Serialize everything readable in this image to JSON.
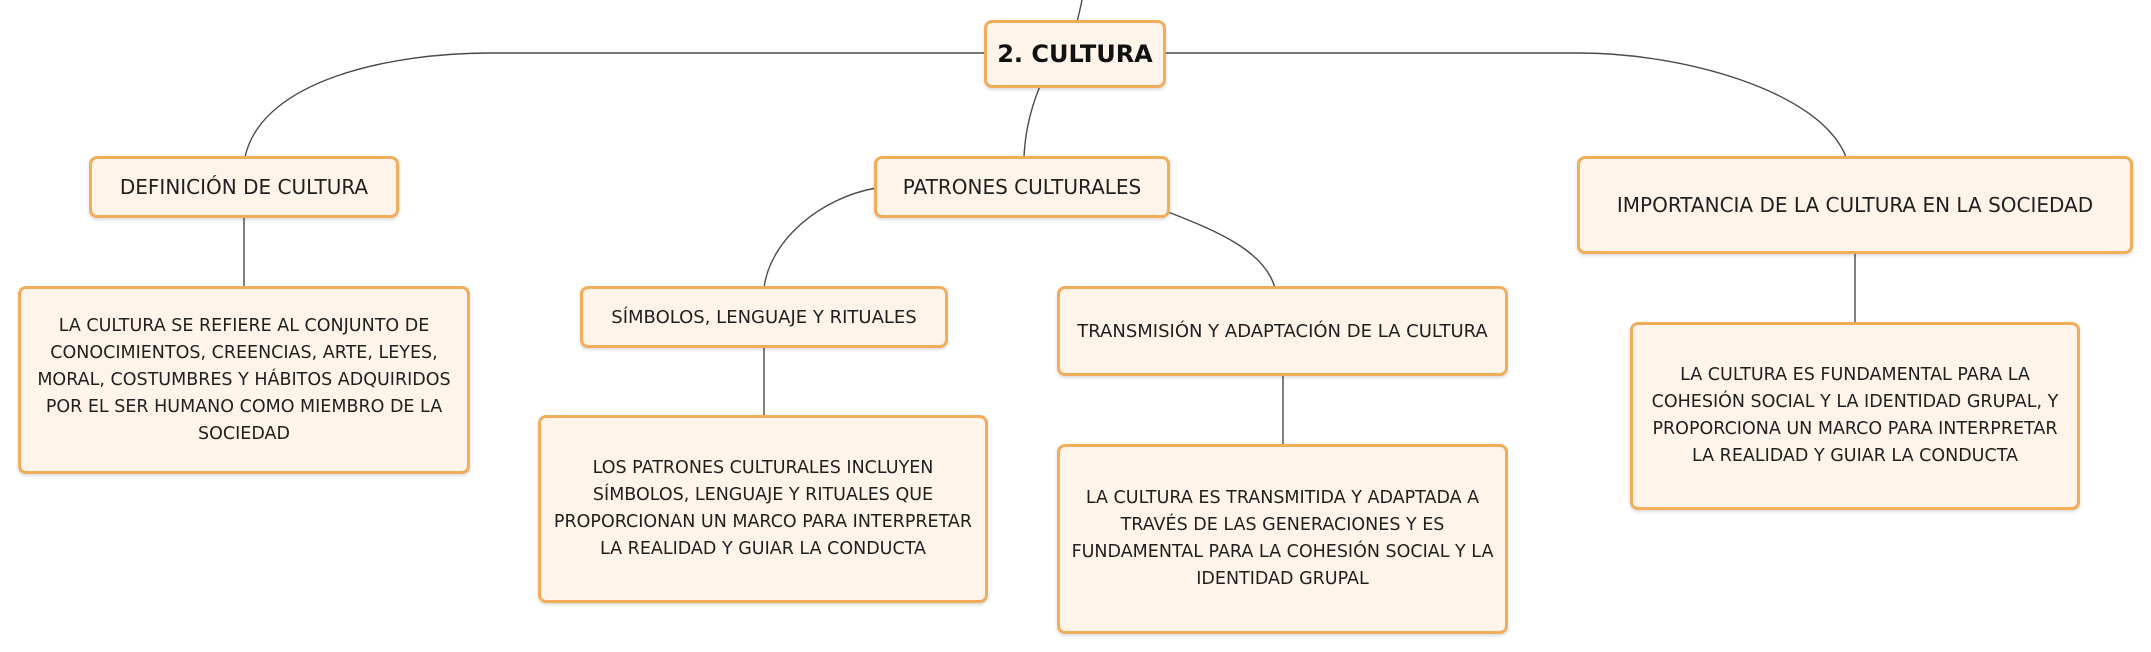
{
  "root": {
    "label": "2. CULTURA"
  },
  "topics": {
    "definicion": {
      "label": "DEFINICIÓN DE CULTURA",
      "detail": "LA CULTURA SE REFIERE AL CONJUNTO DE CONOCIMIENTOS, CREENCIAS, ARTE, LEYES, MORAL, COSTUMBRES Y HÁBITOS ADQUIRIDOS POR EL SER HUMANO COMO MIEMBRO DE LA SOCIEDAD"
    },
    "patrones": {
      "label": "PATRONES CULTURALES",
      "simbolos": {
        "label": "SÍMBOLOS, LENGUAJE Y RITUALES",
        "detail": "LOS PATRONES CULTURALES INCLUYEN SÍMBOLOS, LENGUAJE Y RITUALES QUE PROPORCIONAN UN MARCO PARA INTERPRETAR LA REALIDAD Y GUIAR LA CONDUCTA"
      },
      "transmision": {
        "label": "TRANSMISIÓN Y ADAPTACIÓN DE LA CULTURA",
        "detail": "LA CULTURA ES TRANSMITIDA Y ADAPTADA A TRAVÉS DE LAS GENERACIONES Y ES FUNDAMENTAL PARA LA COHESIÓN SOCIAL Y LA IDENTIDAD GRUPAL"
      }
    },
    "importancia": {
      "label": "IMPORTANCIA DE LA CULTURA EN LA SOCIEDAD",
      "detail": "LA CULTURA ES FUNDAMENTAL PARA LA COHESIÓN SOCIAL Y LA IDENTIDAD GRUPAL, Y PROPORCIONA UN MARCO PARA INTERPRETAR LA REALIDAD Y GUIAR LA CONDUCTA"
    }
  },
  "colors": {
    "node_border": "#f2ad5b",
    "node_fill": "#fef4ea",
    "connector": "#4a4a4a"
  }
}
